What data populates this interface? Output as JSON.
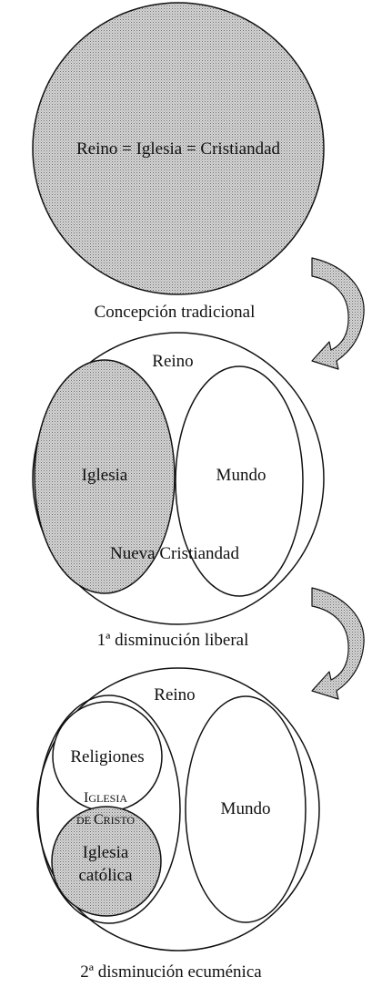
{
  "diagram1": {
    "label": "Reino = Iglesia = Cristiandad",
    "caption": "Concepción tradicional"
  },
  "diagram2": {
    "reino": "Reino",
    "iglesia": "Iglesia",
    "mundo": "Mundo",
    "nueva_cristiandad": "Nueva Cristiandad",
    "caption": "1ª disminución liberal"
  },
  "diagram3": {
    "reino": "Reino",
    "religiones": "Religiones",
    "iglesia_de_cristo": {
      "line1_cap": "I",
      "line1_rest": "GLESIA",
      "line2_cap1": "DE ",
      "line2_cap2": "C",
      "line2_rest": "RISTO"
    },
    "iglesia_catolica_line1": "Iglesia",
    "iglesia_catolica_line2": "católica",
    "mundo": "Mundo",
    "caption": "2ª disminución ecuménica"
  },
  "colors": {
    "stroke": "#111111",
    "stipple_bg": "#d6d6d6",
    "stipple_dot": "#6a6a6a"
  }
}
